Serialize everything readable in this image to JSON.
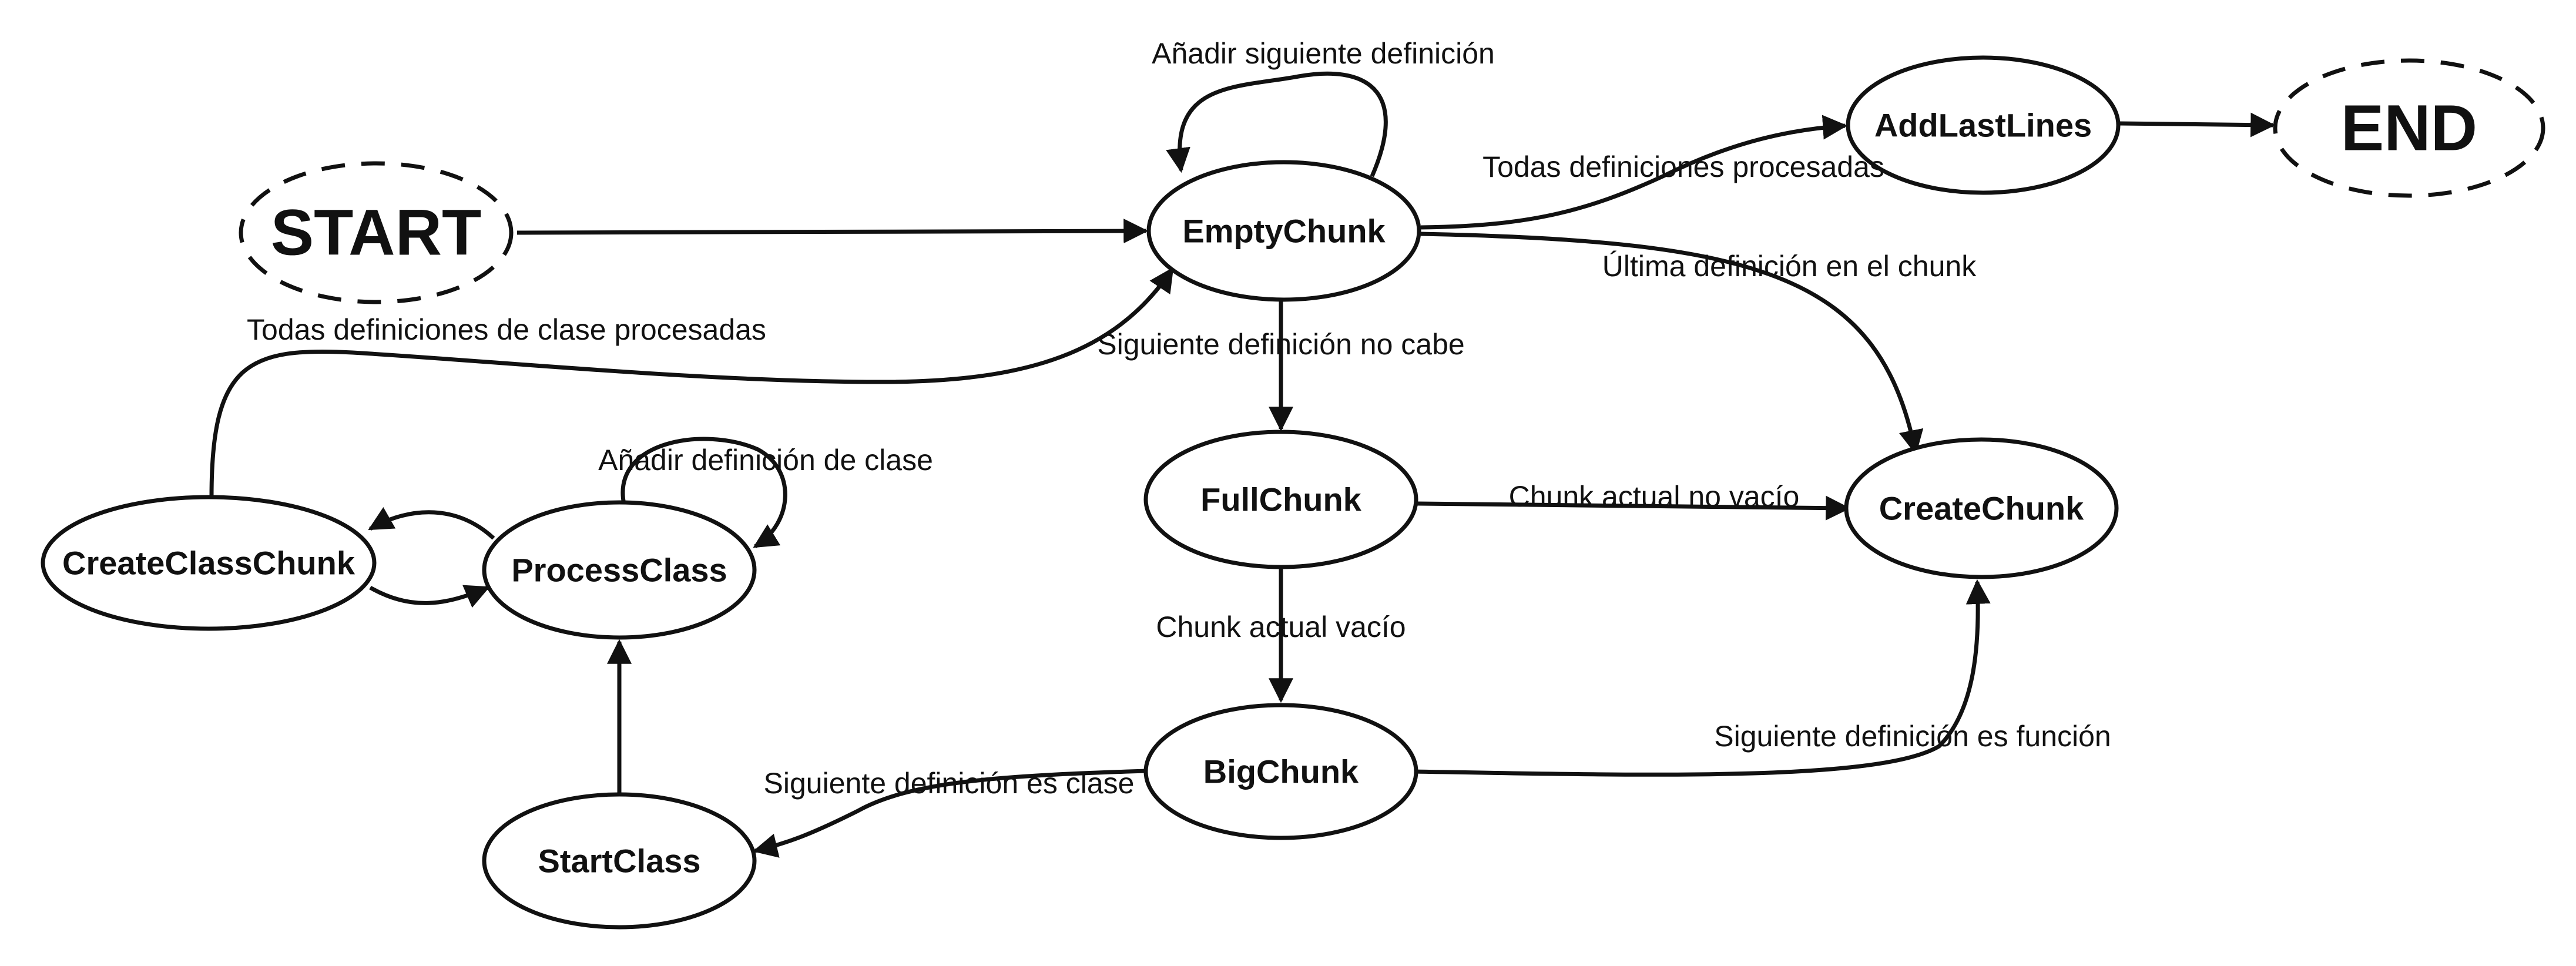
{
  "colors": {
    "stroke": "#111111",
    "background": "#ffffff",
    "text": "#111111"
  },
  "nodes": {
    "start": "START",
    "end": "END",
    "empty_chunk": "EmptyChunk",
    "add_last_lines": "AddLastLines",
    "full_chunk": "FullChunk",
    "create_chunk": "CreateChunk",
    "big_chunk": "BigChunk",
    "create_class_chunk": "CreateClassChunk",
    "process_class": "ProcessClass",
    "start_class": "StartClass"
  },
  "edges": {
    "add_next_definition": "Añadir siguiente definición",
    "all_definitions_processed": "Todas definiciones procesadas",
    "last_definition_in_chunk": "Última definición en el chunk",
    "next_definition_does_not_fit": "Siguiente definición no cabe",
    "current_chunk_not_empty": "Chunk actual no vacío",
    "current_chunk_empty": "Chunk actual vacío",
    "next_definition_is_function": "Siguiente definición es función",
    "next_definition_is_class": "Siguiente definición es clase",
    "all_class_definitions_processed": "Todas definiciones de clase procesadas",
    "add_class_definition": "Añadir definición de clase"
  }
}
